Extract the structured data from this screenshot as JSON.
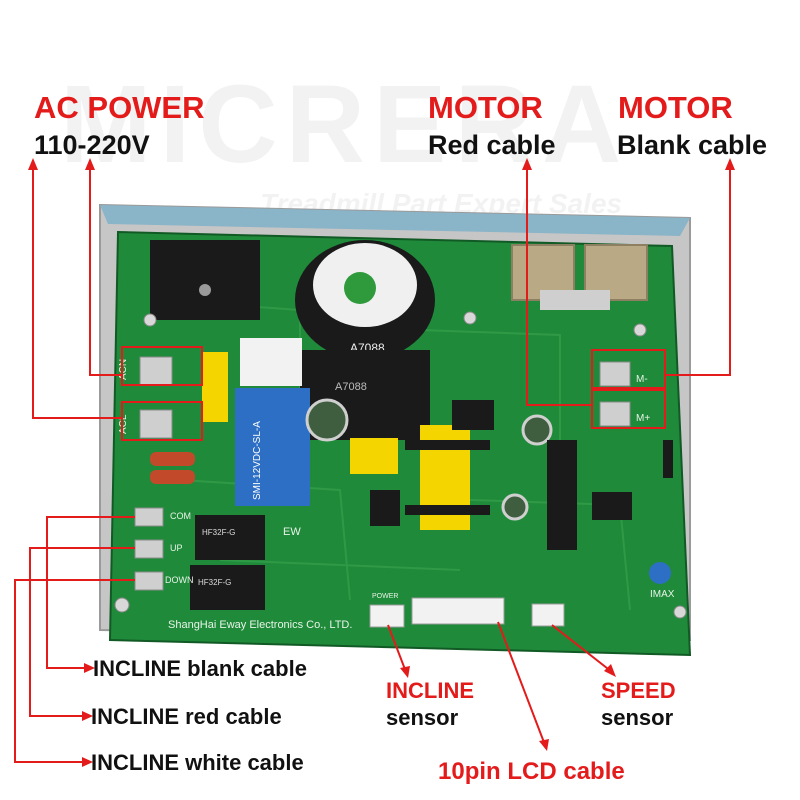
{
  "labels": {
    "ac_power_title": "AC POWER",
    "ac_power_voltage": "110-220V",
    "motor_red_title": "MOTOR",
    "motor_red_sub": "Red cable",
    "motor_blank_title": "MOTOR",
    "motor_blank_sub": "Blank cable",
    "incline_blank": "INCLINE blank cable",
    "incline_red": "INCLINE red cable",
    "incline_white": "INCLINE white cable",
    "incline_sensor_title": "INCLINE",
    "incline_sensor_sub": "sensor",
    "speed_sensor_title": "SPEED",
    "speed_sensor_sub": "sensor",
    "lcd_cable": "10pin LCD cable"
  },
  "board": {
    "capacitor_code": "A7088",
    "capacitor_code_2": "A7088",
    "relay_text": "SMI-12VDC-SL-A",
    "relay_small_1": "HF32F-G",
    "relay_small_2": "HF32F-G",
    "silk_manufacturer": "ShangHai Eway Electronics Co., LTD.",
    "silk_acn": "ACN",
    "silk_acl": "ACL",
    "silk_com": "COM",
    "silk_up": "UP",
    "silk_down": "DOWN",
    "silk_mminus": "M-",
    "silk_mplus": "M+",
    "silk_imax": "IMAX",
    "silk_power": "POWER",
    "silk_ew": "EW"
  },
  "watermark": {
    "brand": "MICRERA",
    "tagline": "Treadmill Part Expert Sales"
  },
  "colors": {
    "label_red": "#e31b1b",
    "label_black": "#111111",
    "pcb_green": "#1f8a3a",
    "heatsink": "#c9c9c9"
  }
}
